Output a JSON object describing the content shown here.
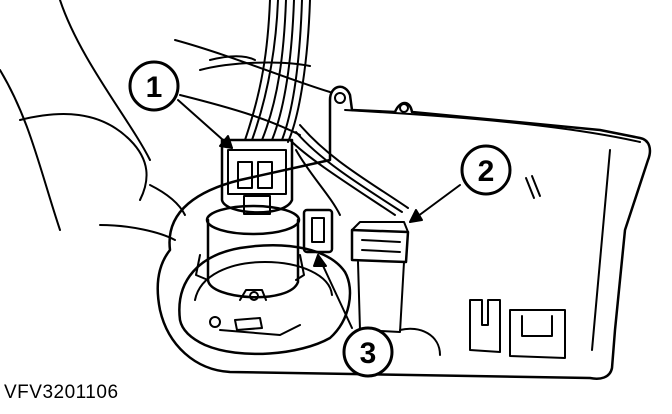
{
  "figure": {
    "code": "VFV3201106",
    "callouts": [
      {
        "number": "1"
      },
      {
        "number": "2"
      },
      {
        "number": "3"
      }
    ]
  },
  "colors": {
    "line": "#000000",
    "background": "#ffffff"
  }
}
